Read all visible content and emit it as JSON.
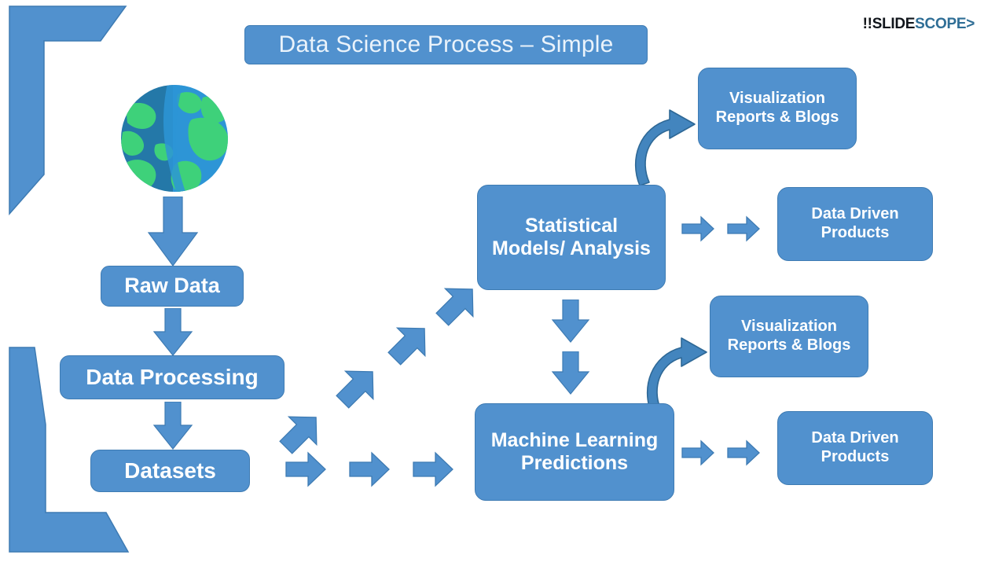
{
  "slide": {
    "title": "Data Science Process – Simple",
    "background_color": "#ffffff",
    "accent_color": "#5191CE",
    "accent_border_color": "#3E7BB3"
  },
  "logo": {
    "mark": "!!",
    "part1": "SLIDE",
    "part2": "SCOPE>",
    "part1_color": "#10151b",
    "part2_color": "#2F6E96"
  },
  "nodes": {
    "source_icon": "globe-icon",
    "raw_data": "Raw Data",
    "data_processing": "Data Processing",
    "datasets": "Datasets",
    "statistical_models": "Statistical\nModels/ Analysis",
    "statistical_models_line1": "Statistical",
    "statistical_models_line2": "Models/ Analysis",
    "machine_learning_line1": "Machine Learning",
    "machine_learning_line2": "Predictions",
    "visualization_top_line1": "Visualization",
    "visualization_top_line2": "Reports & Blogs",
    "visualization_bottom_line1": "Visualization",
    "visualization_bottom_line2": "Reports & Blogs",
    "data_driven_top_line1": "Data Driven",
    "data_driven_top_line2": "Products",
    "data_driven_bottom_line1": "Data Driven",
    "data_driven_bottom_line2": "Products"
  },
  "connectors": {
    "globe_to_raw": "down-arrow",
    "raw_to_processing": "down-arrow",
    "processing_to_datasets": "down-arrow",
    "datasets_to_ml": "right-arrow-chain",
    "datasets_to_stats": "diagonal-arrow-chain",
    "stats_to_ml": "down-arrow-pair",
    "stats_to_viz": "curved-arrow",
    "ml_to_viz": "curved-arrow",
    "stats_to_products": "right-arrow-pair",
    "ml_to_products": "right-arrow-pair"
  }
}
